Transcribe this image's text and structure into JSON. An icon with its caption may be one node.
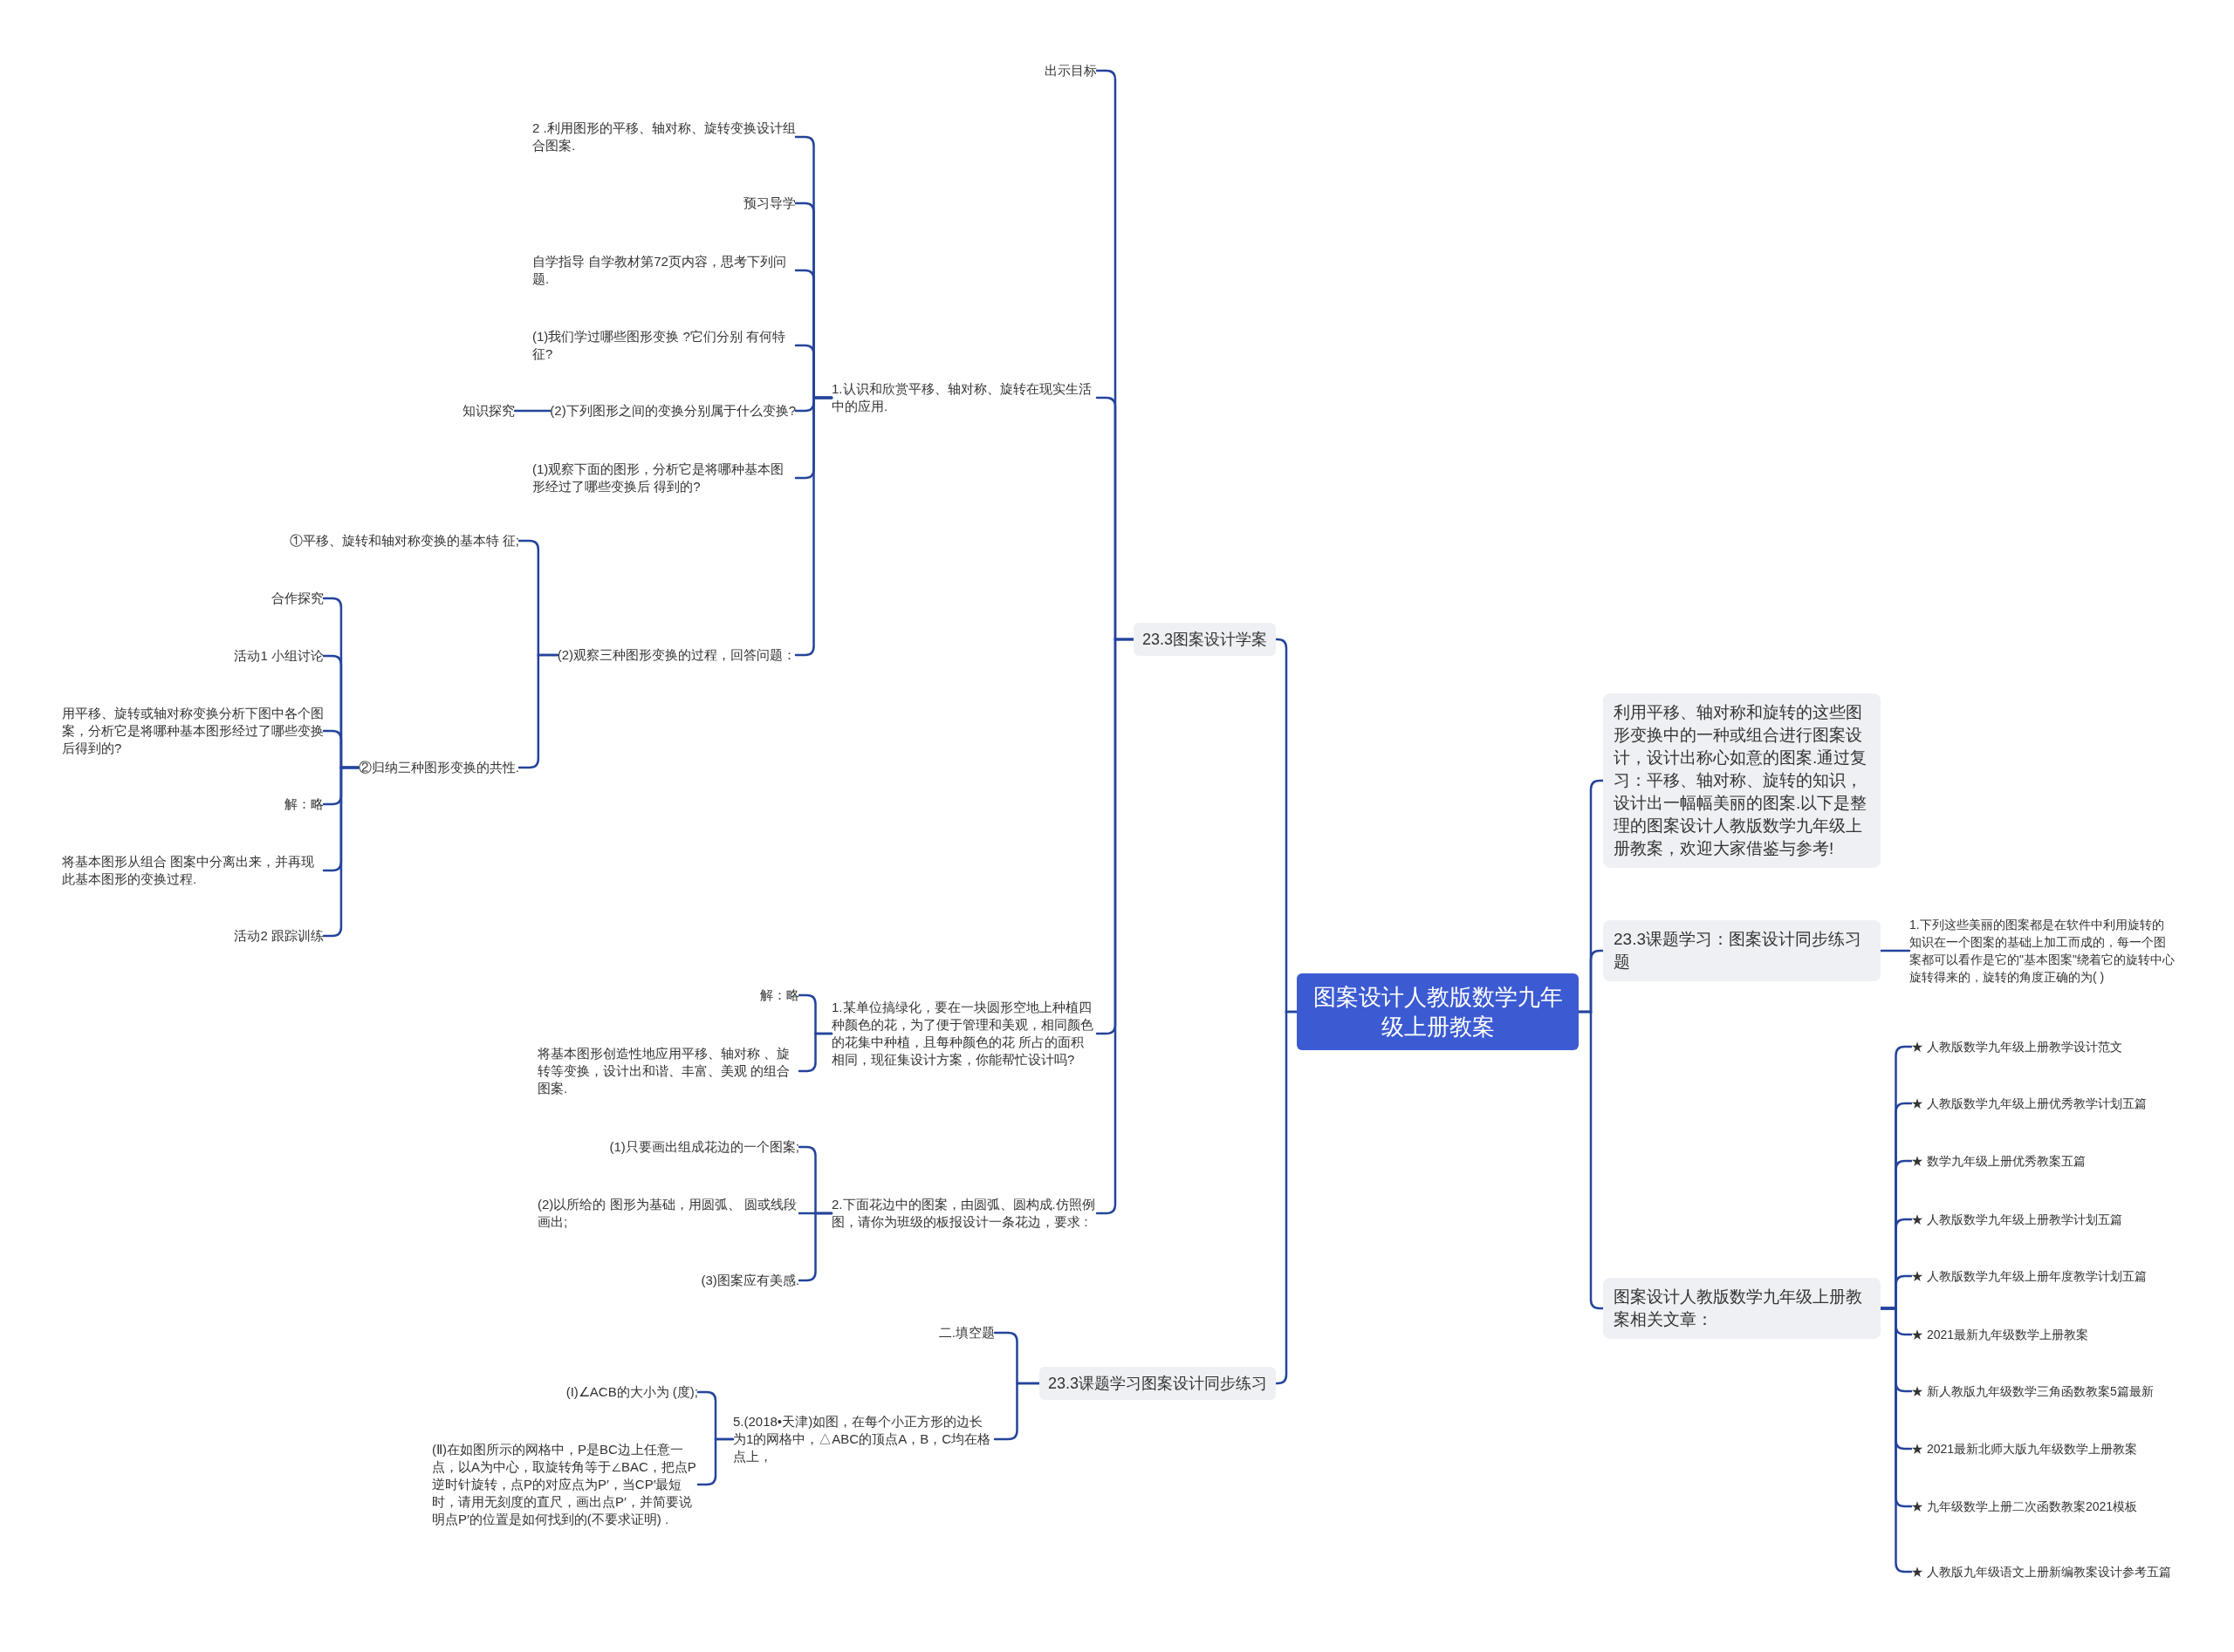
{
  "diagram": {
    "nodes": [
      {
        "text": [
          "图案设计人教版数学九年级上册教案"
        ]
      },
      {
        "text": [
          "23.3图案设计学案"
        ]
      },
      {
        "text": [
          "出示目标"
        ]
      },
      {
        "text": [
          "1.认识和欣赏平移、轴对称、旋转在现实生活中的应用."
        ]
      },
      {
        "text": [
          "2 .利用图形的平移、轴对称、旋转变换设计组合图案."
        ]
      },
      {
        "text": [
          "预习导学"
        ]
      },
      {
        "text": [
          "自学指导 自学教材第72页内容，思考下列问题."
        ]
      },
      {
        "text": [
          "(1)我们学过哪些图形变换 ?它们分别 有何特征?"
        ]
      },
      {
        "text": [
          "(2)下列图形之间的变换分别属于什么变换?"
        ]
      },
      {
        "text": [
          "知识探究"
        ]
      },
      {
        "text": [
          "(1)观察下面的图形，分析它是将哪种基本图形经过了哪些变换后 得到的?"
        ]
      },
      {
        "text": [
          "(2)观察三种图形变换的过程，回答问题："
        ]
      },
      {
        "text": [
          "①平移、旋转和轴对称变换的基本特 征;"
        ]
      },
      {
        "text": [
          "②归纳三种图形变换的共性."
        ]
      },
      {
        "text": [
          "合作探究"
        ]
      },
      {
        "text": [
          "活动1 小组讨论"
        ]
      },
      {
        "text": [
          "用平移、旋转或轴对称变换分析下图中各个图案，分析它是将哪种基本图形经过了哪些变换后得到的?"
        ]
      },
      {
        "text": [
          "解：略"
        ]
      },
      {
        "text": [
          "将基本图形从组合 图案中分离出来，并再现此基本图形的变换过程."
        ]
      },
      {
        "text": [
          "活动2 跟踪训练"
        ]
      },
      {
        "text": [
          "1.某单位搞绿化，要在一块圆形空地上种植四种颜色的花，为了便于管理和美观，相同颜色的花集中种植，且每种颜色的花 所占的面积相同，现征集设计方案，你能帮忙设计吗?"
        ]
      },
      {
        "text": [
          "解：略"
        ]
      },
      {
        "text": [
          "将基本图形创造性地应用平移、轴对称 、旋转等变换，设计出和谐、丰富、美观 的组合图案."
        ]
      },
      {
        "text": [
          "2.下面花边中的图案，由圆弧、圆构成.仿照例图，请你为班级的板报设计一条花边，要求 :"
        ]
      },
      {
        "text": [
          "(1)只要画出组成花边的一个图案;"
        ]
      },
      {
        "text": [
          "(2)以所给的 图形为基础，用圆弧、 圆或线段画出;"
        ]
      },
      {
        "text": [
          "(3)图案应有美感."
        ]
      },
      {
        "text": [
          "23.3课题学习图案设计同步练习"
        ]
      },
      {
        "text": [
          "二.填空题"
        ]
      },
      {
        "text": [
          "5.(2018•天津)如图，在每个小正方形的边长为1的网格中，△ABC的顶点A，B，C均在格点上，"
        ]
      },
      {
        "text": [
          "(I)∠ACB的大小为 (度);"
        ]
      },
      {
        "text": [
          "(Ⅱ)在如图所示的网格中，P是BC边上任意一点，以A为中心，取旋转角等于∠BAC，把点P逆时针旋转，点P的对应点为P′，当CP′最短时，请用无刻度的直尺，画出点P′，并简要说明点P′的位置是如何找到的(不要求证明) ."
        ]
      },
      {
        "text": [
          "利用平移、轴对称和旋转的这些图形变换中的一种或组合进行图案设计，设计出称心如意的图案.通过复习：平移、轴对称、旋转的知识，设计出一幅幅美丽的图案.以下是整理的图案设计人教版数学九年级上册教案，欢迎大家借鉴与参考!"
        ]
      },
      {
        "text": [
          "23.3课题学习：图案设计同步练习题"
        ]
      },
      {
        "text": [
          "1.下列这些美丽的图案都是在软件中利用旋转的知识在一个图案的基础上加工而成的，每一个图案都可以看作是它的\"基本图案\"绕着它的旋转中心旋转得来的，旋转的角度正确的为( )"
        ]
      },
      {
        "text": [
          "图案设计人教版数学九年级上册教案相关文章："
        ]
      },
      {
        "text": [
          "★ 人教版数学九年级上册教学设计范文"
        ]
      },
      {
        "text": [
          "★ 人教版数学九年级上册优秀教学计划五篇"
        ]
      },
      {
        "text": [
          "★ 数学九年级上册优秀教案五篇"
        ]
      },
      {
        "text": [
          "★ 人教版数学九年级上册教学计划五篇"
        ]
      },
      {
        "text": [
          "★ 人教版数学九年级上册年度教学计划五篇"
        ]
      },
      {
        "text": [
          "★ 2021最新九年级数学上册教案"
        ]
      },
      {
        "text": [
          "★ 新人教版九年级数学三角函数教案5篇最新"
        ]
      },
      {
        "text": [
          "★ 2021最新北师大版九年级数学上册教案"
        ]
      },
      {
        "text": [
          "★ 九年级数学上册二次函数教案2021模板"
        ]
      },
      {
        "text": [
          "★ 人教版九年级语文上册新编教案设计参考五篇"
        ]
      }
    ],
    "edges": [
      {
        "from": 0,
        "to": 1,
        "arrow": "none"
      },
      {
        "from": 1,
        "to": 2,
        "arrow": "none"
      },
      {
        "from": 1,
        "to": 3,
        "arrow": "none"
      },
      {
        "from": 3,
        "to": 4,
        "arrow": "none"
      },
      {
        "from": 3,
        "to": 5,
        "arrow": "none"
      },
      {
        "from": 3,
        "to": 6,
        "arrow": "none"
      },
      {
        "from": 3,
        "to": 7,
        "arrow": "none"
      },
      {
        "from": 3,
        "to": 8,
        "arrow": "none"
      },
      {
        "from": 8,
        "to": 9,
        "arrow": "none"
      },
      {
        "from": 3,
        "to": 10,
        "arrow": "none"
      },
      {
        "from": 3,
        "to": 11,
        "arrow": "none"
      },
      {
        "from": 11,
        "to": 12,
        "arrow": "none"
      },
      {
        "from": 11,
        "to": 13,
        "arrow": "none"
      },
      {
        "from": 13,
        "to": 14,
        "arrow": "none"
      },
      {
        "from": 13,
        "to": 15,
        "arrow": "none"
      },
      {
        "from": 13,
        "to": 16,
        "arrow": "none"
      },
      {
        "from": 13,
        "to": 17,
        "arrow": "none"
      },
      {
        "from": 13,
        "to": 18,
        "arrow": "none"
      },
      {
        "from": 13,
        "to": 19,
        "arrow": "none"
      },
      {
        "from": 1,
        "to": 20,
        "arrow": "none"
      },
      {
        "from": 20,
        "to": 21,
        "arrow": "none"
      },
      {
        "from": 20,
        "to": 22,
        "arrow": "none"
      },
      {
        "from": 1,
        "to": 23,
        "arrow": "none"
      },
      {
        "from": 23,
        "to": 24,
        "arrow": "none"
      },
      {
        "from": 23,
        "to": 25,
        "arrow": "none"
      },
      {
        "from": 23,
        "to": 26,
        "arrow": "none"
      },
      {
        "from": 0,
        "to": 27,
        "arrow": "none"
      },
      {
        "from": 27,
        "to": 28,
        "arrow": "none"
      },
      {
        "from": 27,
        "to": 29,
        "arrow": "none"
      },
      {
        "from": 29,
        "to": 30,
        "arrow": "none"
      },
      {
        "from": 29,
        "to": 31,
        "arrow": "none"
      },
      {
        "from": 0,
        "to": 32,
        "arrow": "none"
      },
      {
        "from": 0,
        "to": 33,
        "arrow": "none"
      },
      {
        "from": 33,
        "to": 34,
        "arrow": "none"
      },
      {
        "from": 0,
        "to": 35,
        "arrow": "none"
      },
      {
        "from": 35,
        "to": 36,
        "arrow": "none"
      },
      {
        "from": 35,
        "to": 37,
        "arrow": "none"
      },
      {
        "from": 35,
        "to": 38,
        "arrow": "none"
      },
      {
        "from": 35,
        "to": 39,
        "arrow": "none"
      },
      {
        "from": 35,
        "to": 40,
        "arrow": "none"
      },
      {
        "from": 35,
        "to": 41,
        "arrow": "none"
      },
      {
        "from": 35,
        "to": 42,
        "arrow": "none"
      },
      {
        "from": 35,
        "to": 43,
        "arrow": "none"
      },
      {
        "from": 35,
        "to": 44,
        "arrow": "none"
      },
      {
        "from": 35,
        "to": 45,
        "arrow": "none"
      }
    ]
  }
}
